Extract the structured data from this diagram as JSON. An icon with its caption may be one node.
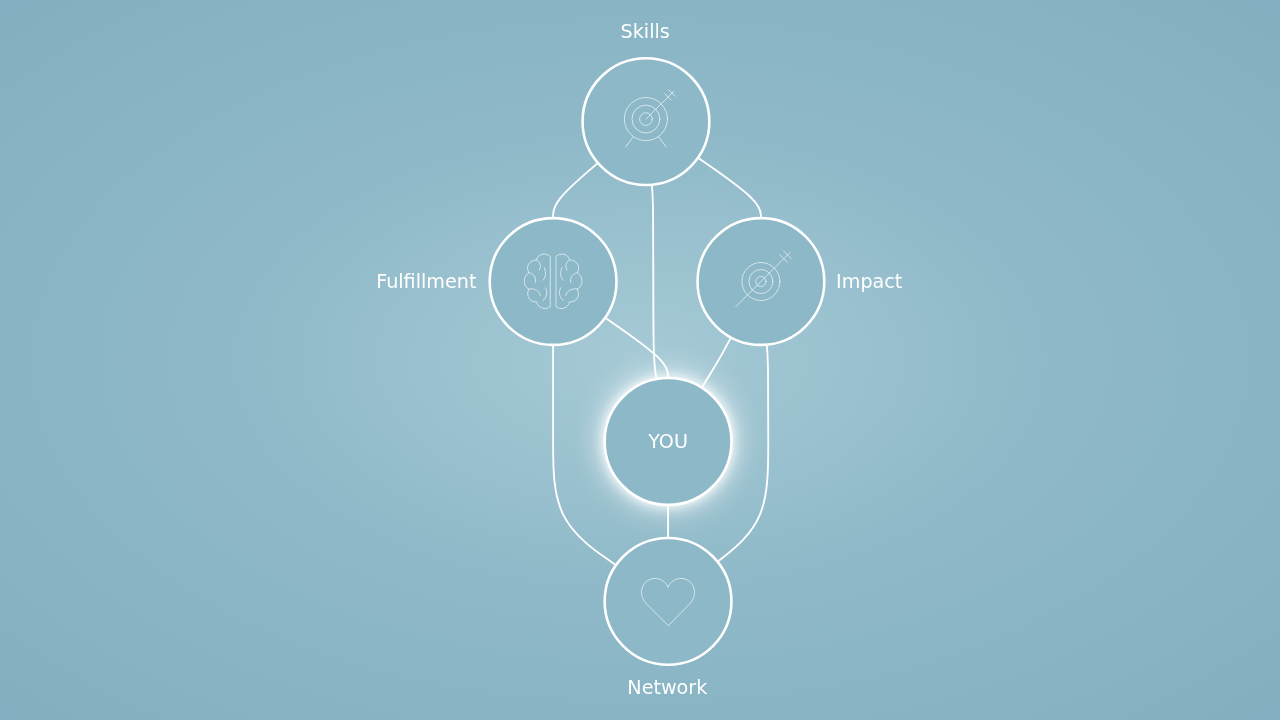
{
  "diagram": {
    "nodes": [
      {
        "text": [
          "Skills"
        ]
      },
      {
        "text": [
          "Fulfillment"
        ]
      },
      {
        "text": [
          "YOU"
        ]
      },
      {
        "text": [
          "Impact"
        ]
      },
      {
        "text": [
          "Network"
        ]
      }
    ],
    "edges": [
      {
        "from": 0,
        "to": 1,
        "arrow": "none"
      },
      {
        "from": 0,
        "to": 2,
        "arrow": "none"
      },
      {
        "from": 0,
        "to": 3,
        "arrow": "none"
      },
      {
        "from": 1,
        "to": 2,
        "arrow": "none"
      },
      {
        "from": 3,
        "to": 2,
        "arrow": "none"
      },
      {
        "from": 1,
        "to": 4,
        "arrow": "none"
      },
      {
        "from": 2,
        "to": 4,
        "arrow": "none"
      },
      {
        "from": 3,
        "to": 4,
        "arrow": "none"
      }
    ]
  }
}
